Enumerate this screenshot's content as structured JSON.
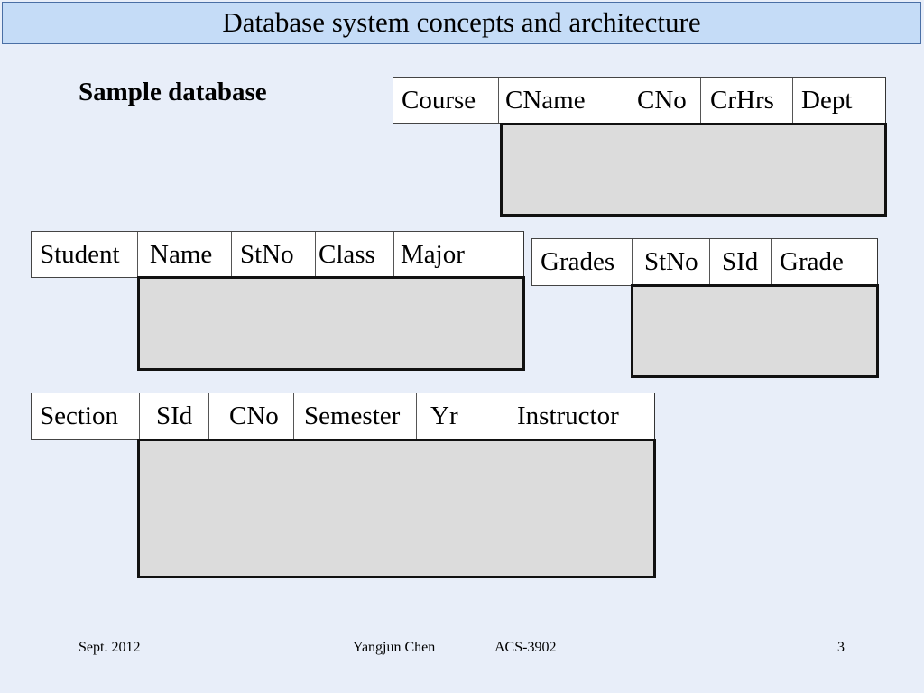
{
  "slide": {
    "title": "Database system concepts and architecture",
    "subtitle": "Sample database"
  },
  "tables": {
    "course": {
      "label": "Course",
      "columns": [
        "CName",
        "CNo",
        "CrHrs",
        "Dept"
      ]
    },
    "student": {
      "label": "Student",
      "columns": [
        "Name",
        "StNo",
        "Class",
        "Major"
      ]
    },
    "grades": {
      "label": "Grades",
      "columns": [
        "StNo",
        "SId",
        "Grade"
      ]
    },
    "section": {
      "label": "Section",
      "columns": [
        "SId",
        "CNo",
        "Semester",
        "Yr",
        "Instructor"
      ]
    }
  },
  "footer": {
    "date": "Sept. 2012",
    "author": "Yangjun Chen",
    "course": "ACS-3902",
    "page": "3"
  }
}
